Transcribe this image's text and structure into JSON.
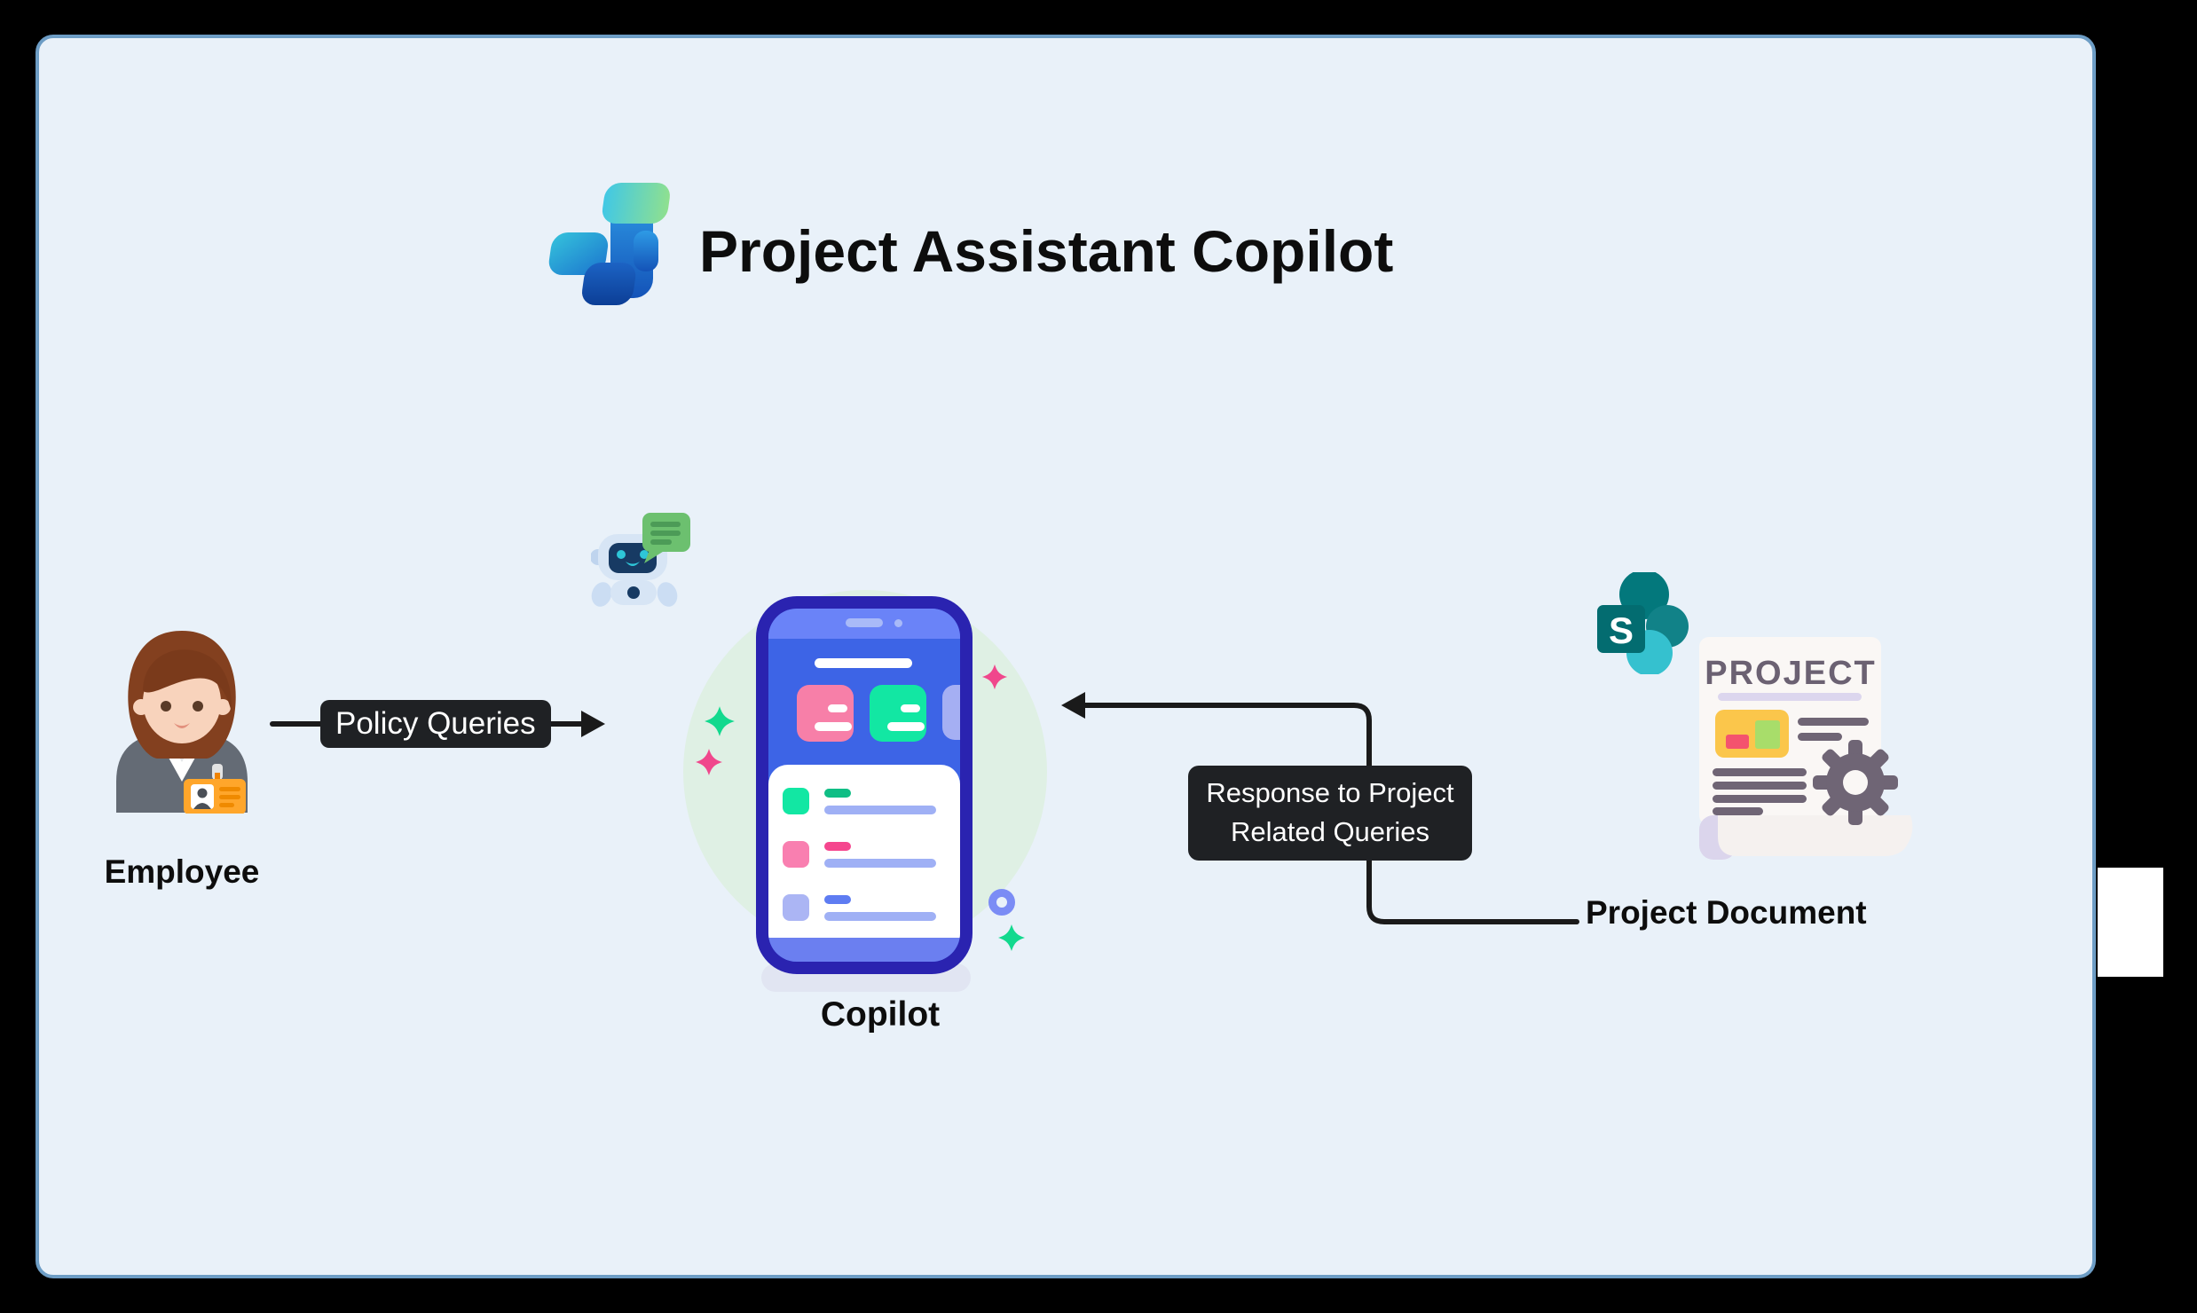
{
  "title": "Project Assistant Copilot",
  "nodes": {
    "employee": {
      "label": "Employee",
      "icon": "businesswoman-avatar-icon"
    },
    "copilot": {
      "label": "Copilot",
      "icon": "copilot-phone-illustration"
    },
    "project_document": {
      "label": "Project Document",
      "icons": [
        "sharepoint-icon",
        "project-document-icon"
      ]
    }
  },
  "edges": {
    "policy": {
      "from": "employee",
      "to": "copilot",
      "label": "Policy Queries",
      "arrow_direction": "right"
    },
    "response": {
      "from": "project_document",
      "to": "copilot",
      "lines": [
        "Response to Project",
        "Related Queries"
      ],
      "arrow_direction": "left"
    }
  },
  "document_art": {
    "heading": "PROJECT"
  },
  "sharepoint": {
    "letter": "S"
  },
  "decorations": [
    "chatbot-icon",
    "speech-bubble-icon",
    "green-sparkle",
    "pink-sparkle",
    "blue-donut-dot",
    "green-blob",
    "white-mask-rect"
  ],
  "colors": {
    "outside-bg": "#000000",
    "panel-bg": "#E9F1F9",
    "panel-border": "#6D9DC5",
    "label-bg": "#1F2124",
    "label-text": "#FFFFFF",
    "line": "#1A1A1A",
    "text": "#0D0D0D",
    "phone-frame": "#2A23B0",
    "phone-screen": "#3D64E6",
    "phone-topbar": "#6A83F8",
    "card-pink": "#F77FA8",
    "card-green": "#12E7A3",
    "card-periwinkle": "#A5AFF3",
    "list-line": "#9FB0F5",
    "bottom-bar": "#6B7FF0",
    "blob": "#DFF0E4",
    "sparkle-green": "#12D98E",
    "sparkle-pink": "#F0478C",
    "donut": "#7B8CF5",
    "shadow": "#E1E5F2"
  }
}
